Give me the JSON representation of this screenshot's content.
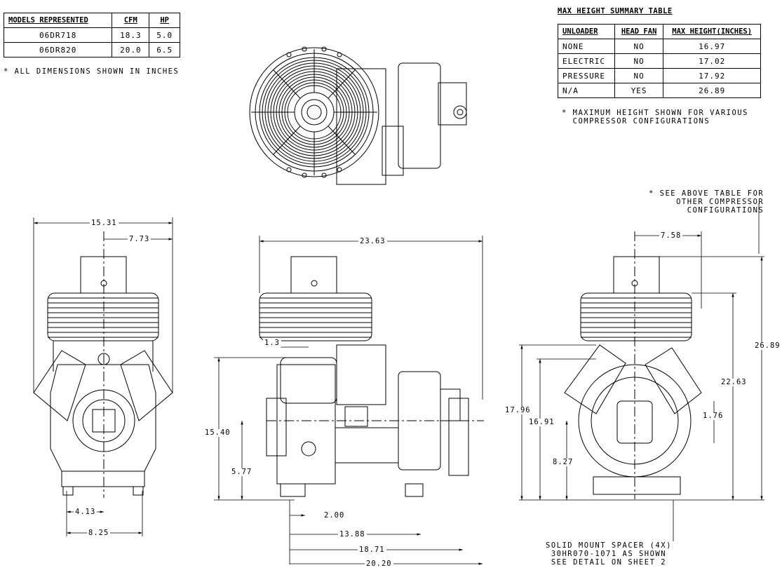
{
  "models_table": {
    "headers": [
      "MODELS REPRESENTED",
      "CFM",
      "HP"
    ],
    "rows": [
      [
        "06DR718",
        "18.3",
        "5.0"
      ],
      [
        "06DR820",
        "20.0",
        "6.5"
      ]
    ]
  },
  "dims_note": "* ALL DIMENSIONS SHOWN IN INCHES",
  "max_height_table": {
    "title": "MAX HEIGHT SUMMARY TABLE",
    "headers": [
      "UNLOADER",
      "HEAD FAN",
      "MAX HEIGHT(INCHES)"
    ],
    "rows": [
      [
        "NONE",
        "NO",
        "16.97"
      ],
      [
        "ELECTRIC",
        "NO",
        "17.02"
      ],
      [
        "PRESSURE",
        "NO",
        "17.92"
      ],
      [
        "N/A",
        "YES",
        "26.89"
      ]
    ]
  },
  "max_height_note": "* MAXIMUM HEIGHT SHOWN FOR VARIOUS\n  COMPRESSOR CONFIGURATIONS",
  "see_table_note": "* SEE ABOVE TABLE FOR\nOTHER COMPRESSOR\nCONFIGURATIONS",
  "spacer_note": "SOLID MOUNT SPACER (4X)\n30HR070-1071 AS SHOWN\nSEE DETAIL ON SHEET 2",
  "dimensions": {
    "front_width": "15.31",
    "front_half": "7.73",
    "front_foot_inner": "4.13",
    "front_foot_outer": "8.25",
    "side_length": "23.63",
    "side_head": "1.3",
    "side_height": "15.40",
    "side_shaft_height": "5.77",
    "side_foot_a": "2.00",
    "side_foot_b": "13.88",
    "side_foot_c": "18.71",
    "side_foot_d": "20.20",
    "rear_half": "7.58",
    "rear_total": "26.89",
    "rear_head": "22.63",
    "rear_h1": "17.96",
    "rear_h2": "16.91",
    "rear_h3": "8.27",
    "rear_port": "1.76"
  }
}
